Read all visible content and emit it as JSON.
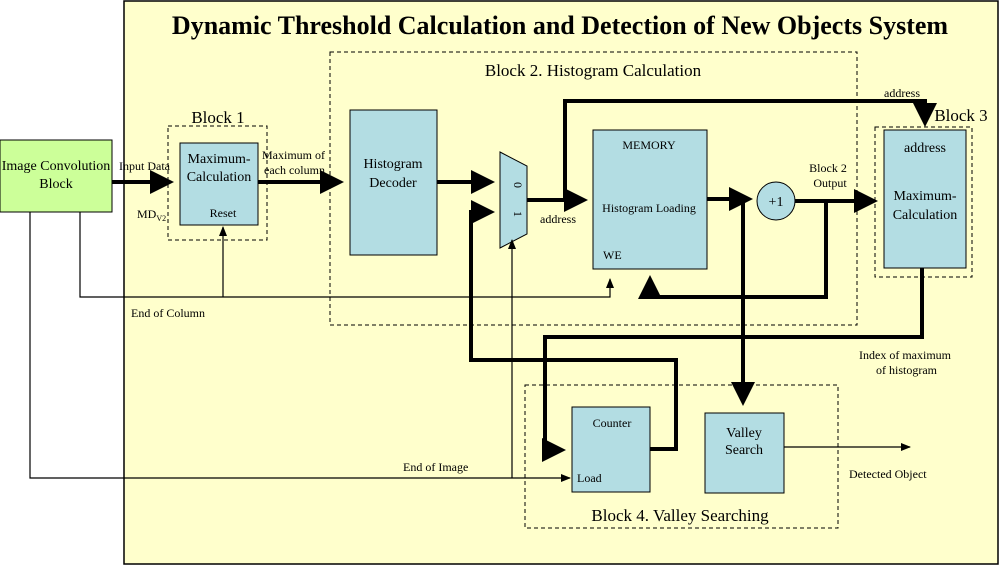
{
  "title": "Dynamic Threshold Calculation and Detection of New Objects System",
  "blocks": {
    "block1": "Block 1",
    "block2": "Block 2. Histogram Calculation",
    "block3": "Block 3",
    "block4": "Block 4. Valley Searching"
  },
  "boxes": {
    "image_conv_line1": "Image Convolution",
    "image_conv_line2": "Block",
    "max_calc1_line1": "Maximum-",
    "max_calc1_line2": "Calculation",
    "max_calc1_reset": "Reset",
    "hist_decoder_line1": "Histogram",
    "hist_decoder_line2": "Decoder",
    "memory_title": "MEMORY",
    "memory_label": "Histogram Loading",
    "memory_we": "WE",
    "plus_one": "+1",
    "mux_0": "0",
    "mux_1": "1",
    "max_calc3_address": "address",
    "max_calc3_line1": "Maximum-",
    "max_calc3_line2": "Calculation",
    "counter_title": "Counter",
    "counter_load": "Load",
    "valley_line1": "Valley",
    "valley_line2": "Search"
  },
  "labels": {
    "input_data": "Input Data",
    "md": "MD",
    "md_sub": "V2",
    "max_each_col_line1": "Maximum of",
    "max_each_col_line2": "each column",
    "address_mid": "address",
    "address_top": "address",
    "block2_output_line1": "Block 2",
    "block2_output_line2": "Output",
    "end_of_column": "End of Column",
    "end_of_image": "End of Image",
    "index_max_line1": "Index of  maximum",
    "index_max_line2": "of histogram",
    "detected_object": "Detected Object"
  },
  "colors": {
    "background_panel": "#ffffcc",
    "box_fill": "#b3dde3",
    "image_conv_fill": "#ccff99",
    "line": "#000000"
  }
}
